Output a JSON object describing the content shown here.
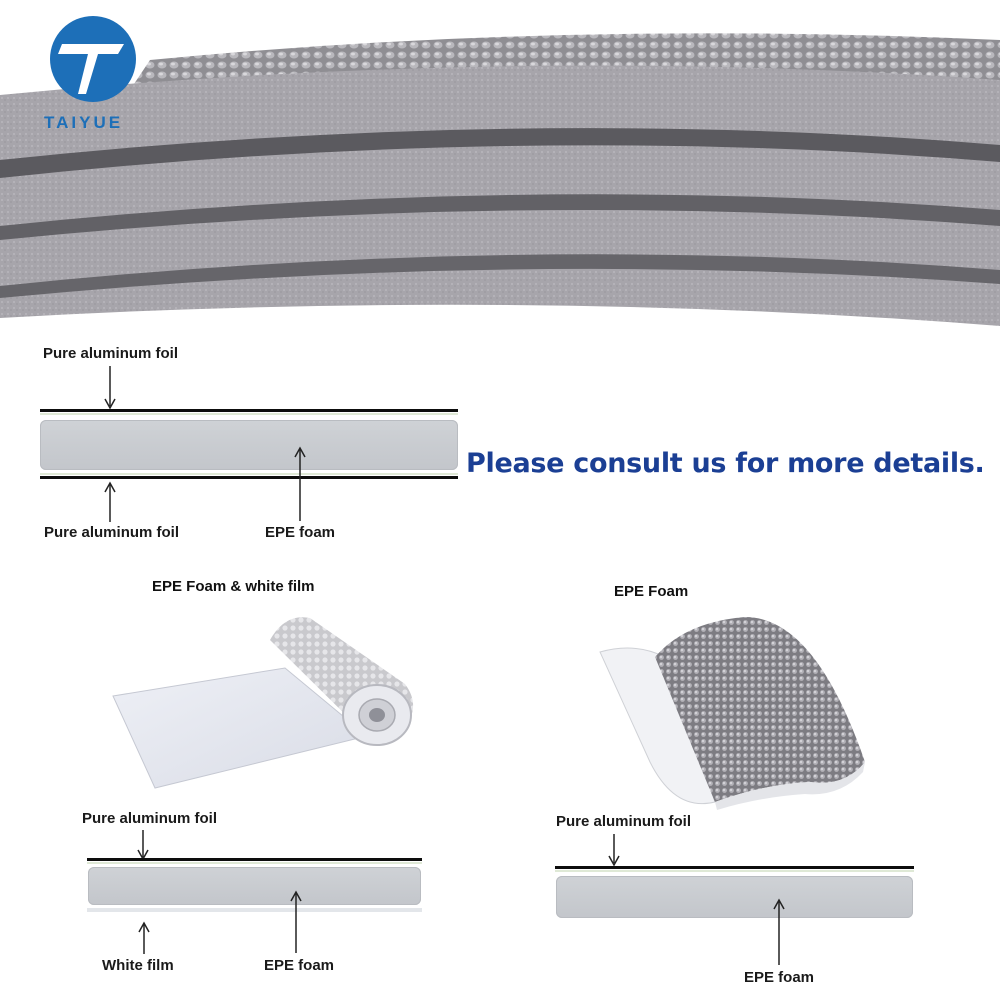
{
  "brand": {
    "name": "TAIYUE",
    "color": "#1d6fb8"
  },
  "hero": {
    "description": "stacked rolls of aluminum foil EPE foam insulation"
  },
  "diagram_top": {
    "top_label": "Pure aluminum foil",
    "bottom_label_left": "Pure aluminum foil",
    "bottom_label_right": "EPE foam"
  },
  "call_to_action": {
    "text": "Please consult us for more details.",
    "color": "#1b3f94"
  },
  "product_left": {
    "title": "EPE Foam & white film",
    "foil_label": "Pure aluminum foil",
    "film_label": "White film",
    "foam_label": "EPE foam"
  },
  "product_right": {
    "title": "EPE Foam",
    "foil_label": "Pure aluminum foil",
    "foam_label": "EPE foam"
  },
  "colors": {
    "foil": "#0d0d0d",
    "foam": "#c8cbcf",
    "film": "#dfe9d6"
  },
  "icons": [
    "taiyue-logo-icon",
    "arrow-down-icon",
    "arrow-up-icon"
  ]
}
